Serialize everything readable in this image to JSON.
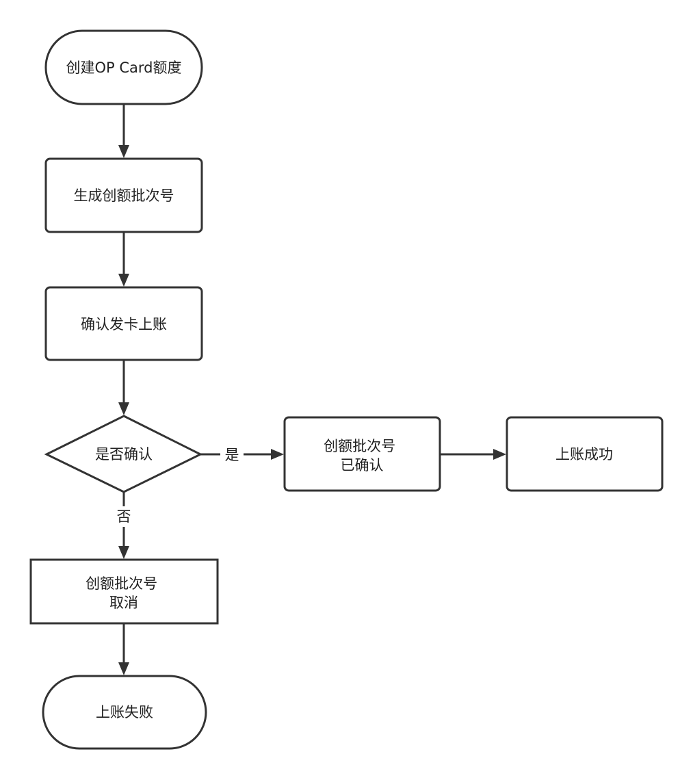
{
  "nodes": {
    "start": {
      "lines": [
        "创建OP Card额度"
      ]
    },
    "generate": {
      "lines": [
        "生成创额批次号"
      ]
    },
    "confirm_issue": {
      "lines": [
        "确认发卡上账"
      ]
    },
    "decision": {
      "lines": [
        "是否确认"
      ]
    },
    "confirmed": {
      "lines": [
        "创额批次号",
        "已确认"
      ]
    },
    "success": {
      "lines": [
        "上账成功"
      ]
    },
    "cancelled": {
      "lines": [
        "创额批次号",
        "取消"
      ]
    },
    "failure": {
      "lines": [
        "上账失败"
      ]
    }
  },
  "edges": {
    "yes_label": "是",
    "no_label": "否"
  },
  "colors": {
    "stroke": "#333333",
    "fill": "#ffffff",
    "text": "#222222"
  }
}
